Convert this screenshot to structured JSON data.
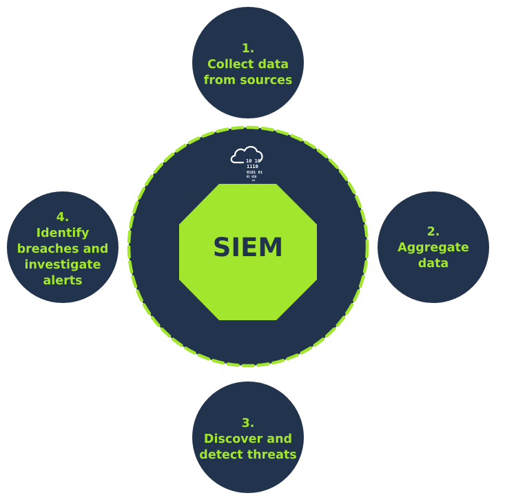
{
  "hub": {
    "label": "SIEM",
    "icon": "cloud-data-icon",
    "colors": {
      "ring": "#21334d",
      "dashed_border": "#a2e62e",
      "octagon": "#a2e62e",
      "label": "#21334d"
    }
  },
  "steps": [
    {
      "number": "1.",
      "lines": [
        "Collect data",
        "from sources"
      ]
    },
    {
      "number": "2.",
      "lines": [
        "Aggregate",
        "data"
      ]
    },
    {
      "number": "3.",
      "lines": [
        "Discover and",
        "detect threats"
      ]
    },
    {
      "number": "4.",
      "lines": [
        "Identify",
        "breaches and",
        "investigate",
        "alerts"
      ]
    }
  ],
  "colors": {
    "circle_fill": "#21334d",
    "text": "#a2e62e",
    "background": "#ffffff"
  }
}
